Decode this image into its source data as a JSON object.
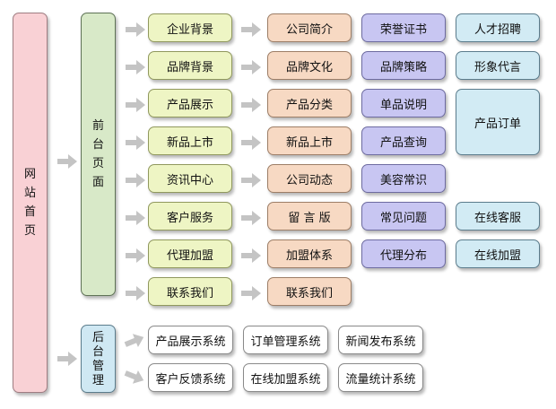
{
  "root": {
    "chars": [
      "网",
      "站",
      "首",
      "页"
    ]
  },
  "front": {
    "chars": [
      "前",
      "台",
      "页",
      "面"
    ]
  },
  "back": {
    "chars": [
      "后",
      "台",
      "管",
      "理"
    ]
  },
  "rows": [
    {
      "col1": "企业背景",
      "col2": "公司简介",
      "col3": "荣誉证书",
      "col4": "人才招聘"
    },
    {
      "col1": "品牌背景",
      "col2": "品牌文化",
      "col3": "品牌策略",
      "col4": "形象代言"
    },
    {
      "col1": "产品展示",
      "col2": "产品分类",
      "col3": "单品说明"
    },
    {
      "col1": "新品上市",
      "col2": "新品上市",
      "col3": "产品查询"
    },
    {
      "col1": "资讯中心",
      "col2": "公司动态",
      "col3": "美容常识"
    },
    {
      "col1": "客户服务",
      "col2": "留 言 版",
      "col3": "常见问题",
      "col4": "在线客服"
    },
    {
      "col1": "代理加盟",
      "col2": "加盟体系",
      "col3": "代理分布",
      "col4": "在线加盟"
    },
    {
      "col1": "联系我们",
      "col2": "联系我们"
    }
  ],
  "merged": {
    "product_order": "产品订单"
  },
  "backend": [
    [
      "产品展示系统",
      "订单管理系统",
      "新闻发布系统"
    ],
    [
      "客户反馈系统",
      "在线加盟系统",
      "流量统计系统"
    ]
  ]
}
